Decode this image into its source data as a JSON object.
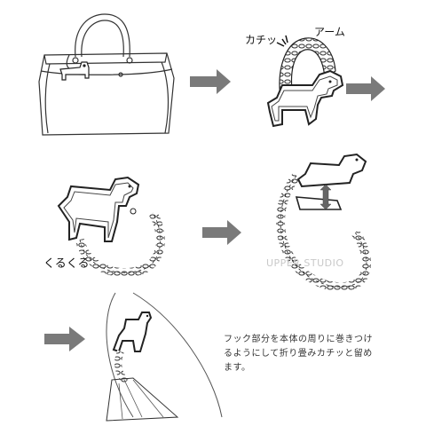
{
  "labels": {
    "click_sound": "カチッ",
    "arm": "アーム",
    "twist": "くるくる"
  },
  "instruction": {
    "line1": "フック部分を本体の周りに巻きつけ",
    "line2": "るようにして折り畳みカチッと留め",
    "line3": "ます。"
  },
  "watermark": "UPPER STUDIO",
  "colors": {
    "line": "#222222",
    "arrow": "#7a7a7a",
    "watermark": "#c9c9c9"
  }
}
